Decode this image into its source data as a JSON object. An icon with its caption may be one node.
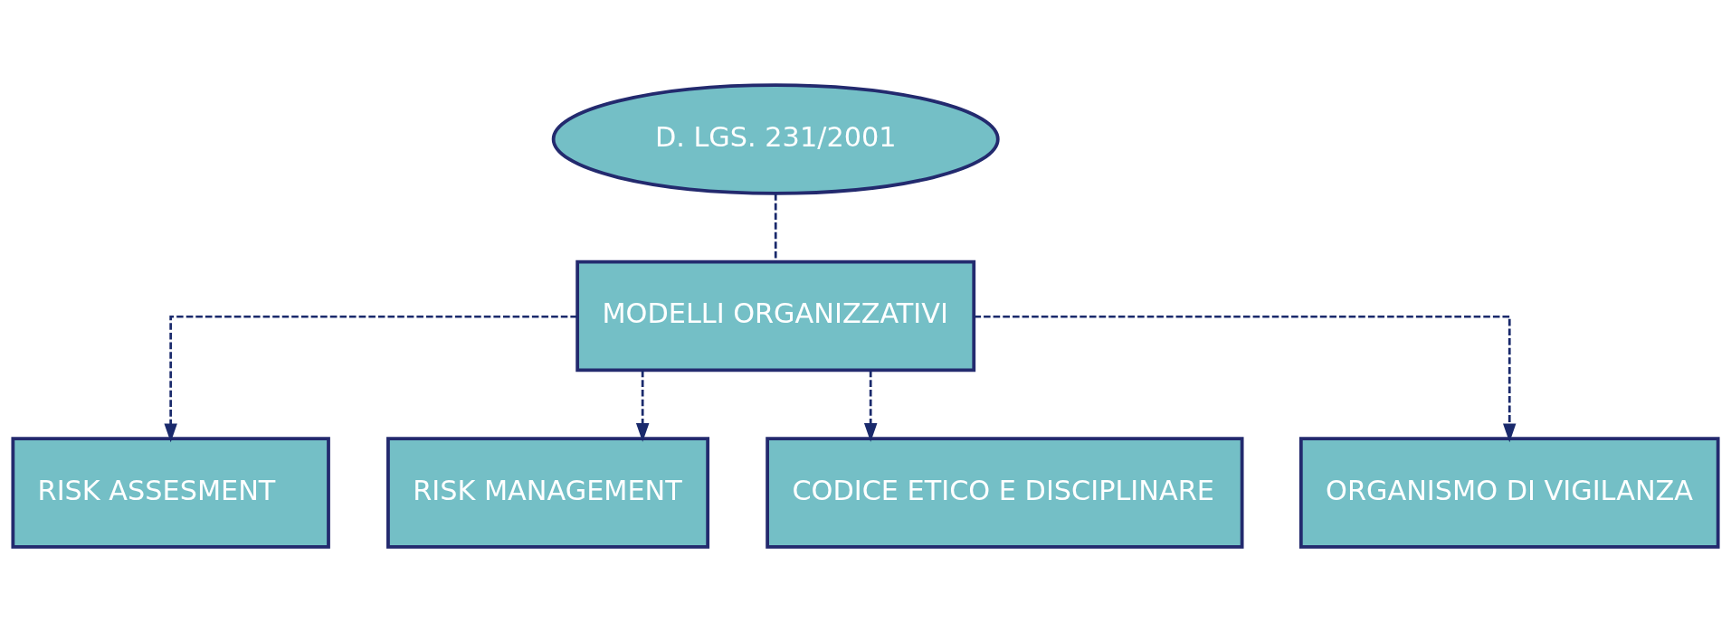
{
  "diagram": {
    "nodes": [
      {
        "text": [
          "D. LGS. 231/2001"
        ]
      },
      {
        "text": [
          "MODELLI ORGANIZZATIVI"
        ]
      },
      {
        "text": [
          "RISK ASSESMENT"
        ]
      },
      {
        "text": [
          "RISK MANAGEMENT"
        ]
      },
      {
        "text": [
          "CODICE ETICO E DISCIPLINARE"
        ]
      },
      {
        "text": [
          "ORGANISMO DI VIGILANZA"
        ]
      }
    ],
    "edges": [
      {
        "from": 0,
        "to": 1,
        "arrow": "none",
        "style": "dashed"
      },
      {
        "from": 1,
        "to": 2,
        "arrow": "to",
        "style": "dashed"
      },
      {
        "from": 1,
        "to": 3,
        "arrow": "to",
        "style": "dashed"
      },
      {
        "from": 1,
        "to": 4,
        "arrow": "to",
        "style": "dashed"
      },
      {
        "from": 1,
        "to": 5,
        "arrow": "to",
        "style": "dashed"
      }
    ]
  }
}
